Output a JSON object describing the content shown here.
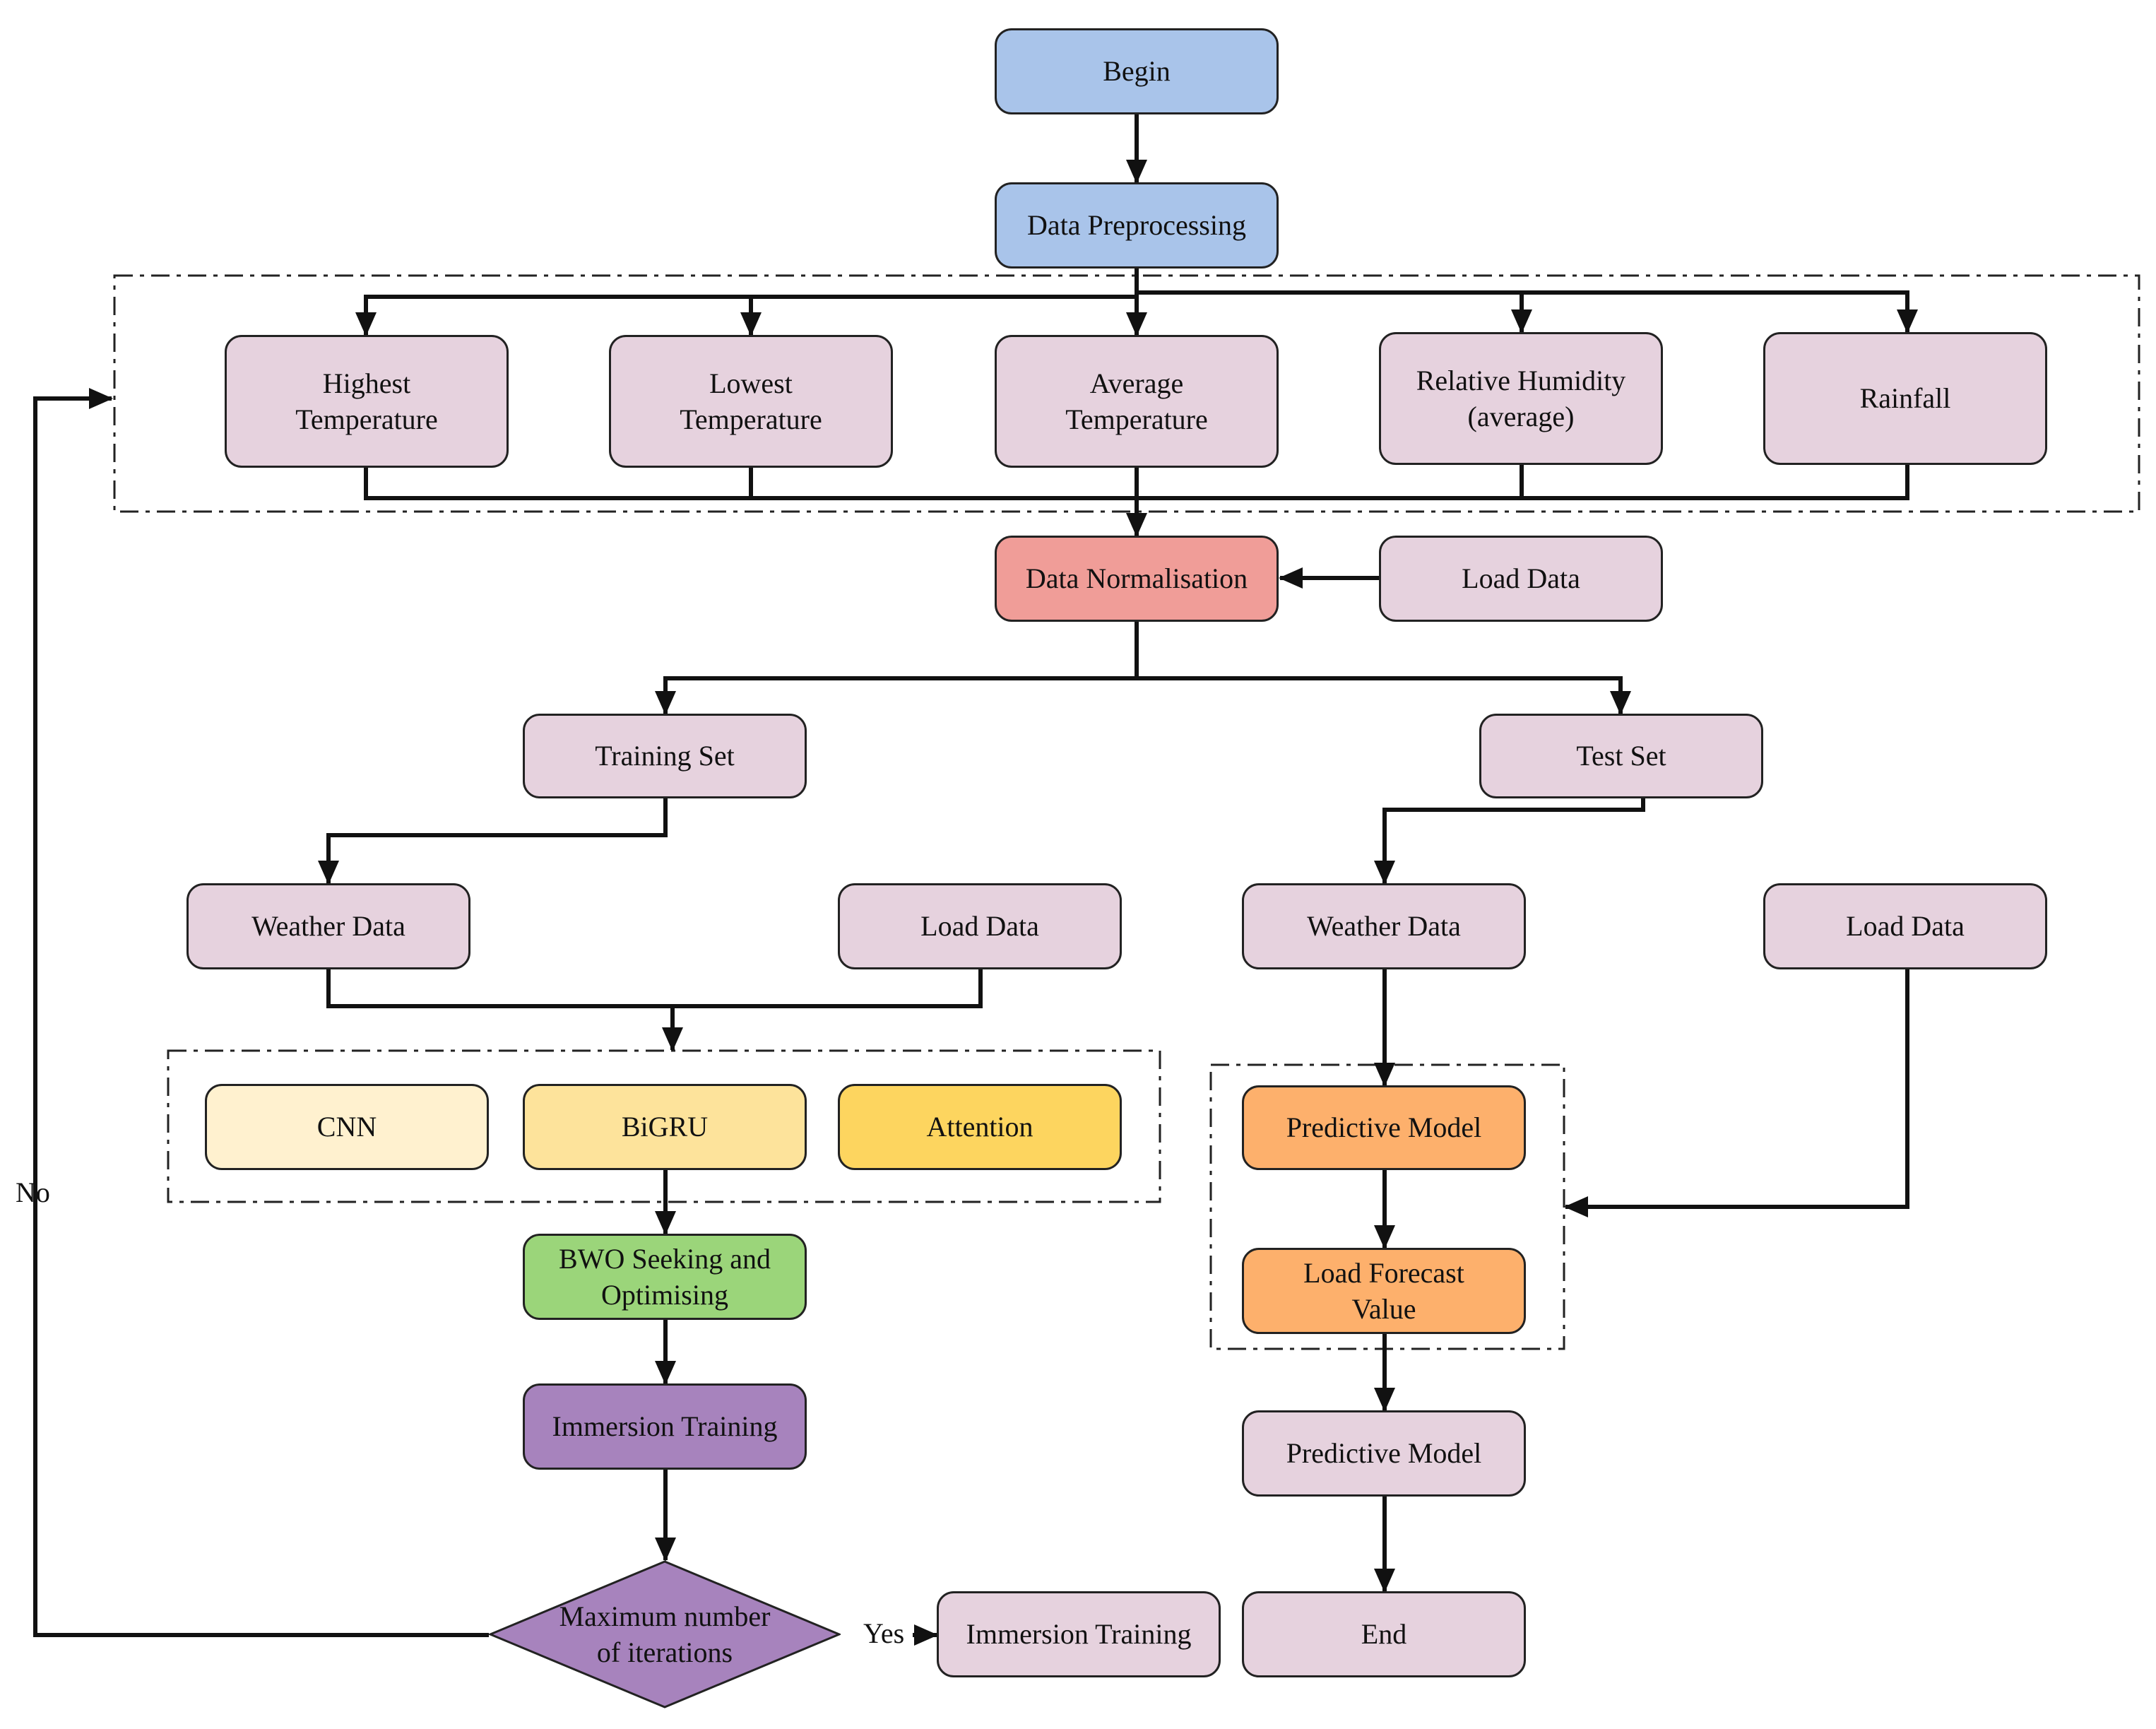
{
  "nodes": {
    "begin": "Begin",
    "data_preprocessing": "Data Preprocessing",
    "highest_temperature": "Highest\nTemperature",
    "lowest_temperature": "Lowest\nTemperature",
    "average_temperature": "Average\nTemperature",
    "relative_humidity": "Relative Humidity\n(average)",
    "rainfall": "Rainfall",
    "data_normalisation": "Data Normalisation",
    "load_data_top": "Load Data",
    "training_set": "Training Set",
    "test_set": "Test Set",
    "weather_data_train": "Weather Data",
    "load_data_train": "Load Data",
    "weather_data_test": "Weather Data",
    "load_data_test": "Load Data",
    "cnn": "CNN",
    "bigru": "BiGRU",
    "attention": "Attention",
    "bwo": "BWO Seeking and\nOptimising",
    "immersion_training": "Immersion Training",
    "max_iterations": "Maximum number\nof iterations",
    "immersion_training_yes": "Immersion Training",
    "predictive_model_orange": "Predictive Model",
    "load_forecast_value": "Load Forecast\nValue",
    "predictive_model_final": "Predictive Model",
    "end": "End"
  },
  "edge_labels": {
    "no": "No",
    "yes": "Yes"
  },
  "colors": {
    "blue": "#a9c4ea",
    "pink": "#e6d2de",
    "red": "#f09d98",
    "cream": "#fff1cf",
    "light_yellow": "#fde39b",
    "yellow": "#fdd55f",
    "green": "#9bd57a",
    "purple": "#a783bd",
    "orange": "#fdb06c",
    "line": "#111111"
  }
}
